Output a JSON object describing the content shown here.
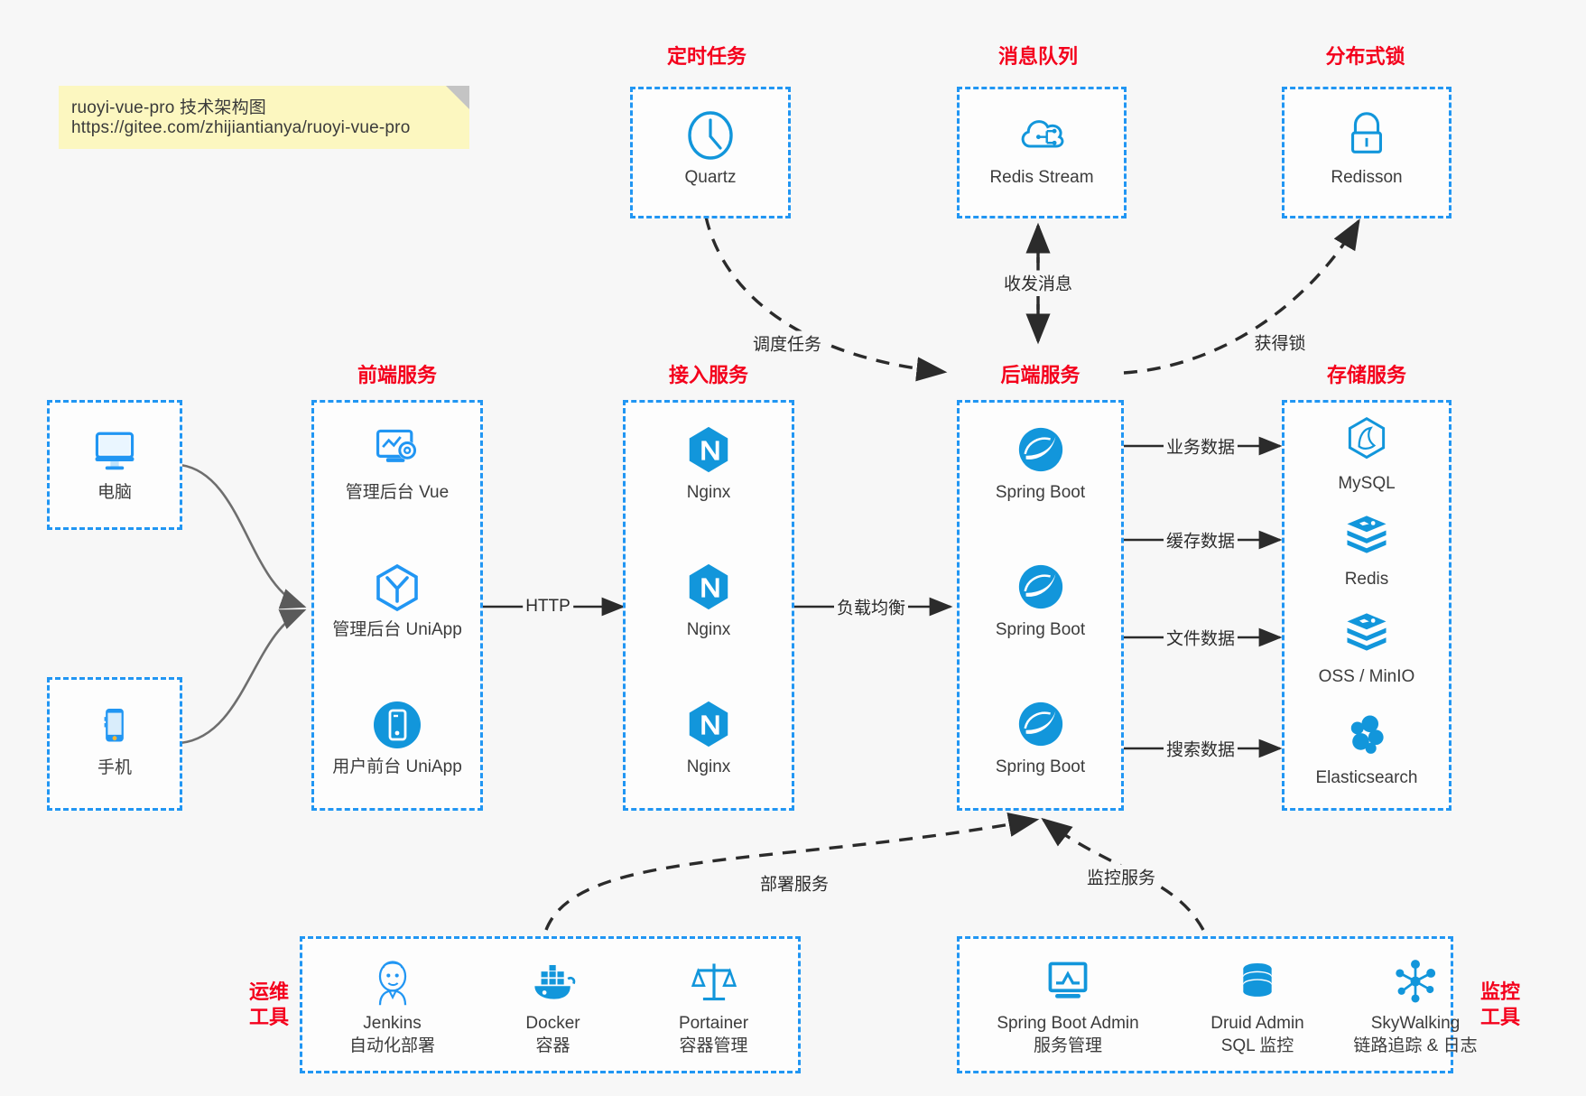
{
  "note": {
    "line1": "ruoyi-vue-pro 技术架构图",
    "line2": "https://gitee.com/zhijiantianya/ruoyi-vue-pro"
  },
  "colors": {
    "accent_blue": "#2196f3",
    "icon_blue": "#1296db",
    "heading_red": "#f4001c",
    "note_yellow": "#fcf7c0",
    "background": "#f7f7f7",
    "edge_dark": "#2b2b2b"
  },
  "groups": {
    "scheduler": {
      "title": "定时任务",
      "nodes": [
        {
          "label": "Quartz",
          "icon": "clock-icon"
        }
      ]
    },
    "mq": {
      "title": "消息队列",
      "nodes": [
        {
          "label": "Redis Stream",
          "icon": "cloud-stream-icon"
        }
      ]
    },
    "lock": {
      "title": "分布式锁",
      "nodes": [
        {
          "label": "Redisson",
          "icon": "lock-icon"
        }
      ]
    },
    "clients": {
      "nodes": [
        {
          "label": "电脑",
          "icon": "desktop-icon"
        },
        {
          "label": "手机",
          "icon": "mobile-icon"
        }
      ]
    },
    "frontend": {
      "title": "前端服务",
      "nodes": [
        {
          "label": "管理后台 Vue",
          "icon": "dashboard-gear-icon"
        },
        {
          "label": "管理后台 UniApp",
          "icon": "uniapp-hexagon-icon"
        },
        {
          "label": "用户前台 UniApp",
          "icon": "phone-circle-icon"
        }
      ]
    },
    "gateway": {
      "title": "接入服务",
      "nodes": [
        {
          "label": "Nginx",
          "icon": "nginx-icon"
        },
        {
          "label": "Nginx",
          "icon": "nginx-icon"
        },
        {
          "label": "Nginx",
          "icon": "nginx-icon"
        }
      ]
    },
    "backend": {
      "title": "后端服务",
      "nodes": [
        {
          "label": "Spring Boot",
          "icon": "spring-boot-icon"
        },
        {
          "label": "Spring Boot",
          "icon": "spring-boot-icon"
        },
        {
          "label": "Spring Boot",
          "icon": "spring-boot-icon"
        }
      ]
    },
    "storage": {
      "title": "存储服务",
      "nodes": [
        {
          "label": "MySQL",
          "icon": "mysql-icon"
        },
        {
          "label": "Redis",
          "icon": "redis-icon"
        },
        {
          "label": "OSS / MinIO",
          "icon": "oss-icon"
        },
        {
          "label": "Elasticsearch",
          "icon": "elasticsearch-icon"
        }
      ]
    },
    "devops": {
      "title": "运维\n工具",
      "title_line1": "运维",
      "title_line2": "工具",
      "nodes": [
        {
          "label": "Jenkins",
          "sub": "自动化部署",
          "icon": "jenkins-icon"
        },
        {
          "label": "Docker",
          "sub": "容器",
          "icon": "docker-icon"
        },
        {
          "label": "Portainer",
          "sub": "容器管理",
          "icon": "portainer-icon"
        }
      ]
    },
    "monitoring": {
      "title_line1": "监控",
      "title_line2": "工具",
      "nodes": [
        {
          "label": "Spring Boot Admin",
          "sub": "服务管理",
          "icon": "monitor-chart-icon"
        },
        {
          "label": "Druid Admin",
          "sub": "SQL 监控",
          "icon": "database-icon"
        },
        {
          "label": "SkyWalking",
          "sub": "链路追踪 & 日志",
          "icon": "skywalking-icon"
        }
      ]
    }
  },
  "edges": [
    {
      "name": "http",
      "label": "HTTP",
      "from": "frontend",
      "to": "gateway",
      "style": "solid"
    },
    {
      "name": "load-balance",
      "label": "负载均衡",
      "from": "gateway",
      "to": "backend",
      "style": "solid"
    },
    {
      "name": "schedule-task",
      "label": "调度任务",
      "from": "scheduler",
      "to": "backend",
      "style": "dashed"
    },
    {
      "name": "send-receive-message",
      "label": "收发消息",
      "from": "backend",
      "to": "mq",
      "style": "dashed"
    },
    {
      "name": "acquire-lock",
      "label": "获得锁",
      "from": "backend",
      "to": "lock",
      "style": "dashed"
    },
    {
      "name": "business-data",
      "label": "业务数据",
      "from": "backend",
      "to": "storage",
      "style": "solid"
    },
    {
      "name": "cache-data",
      "label": "缓存数据",
      "from": "backend",
      "to": "storage",
      "style": "solid"
    },
    {
      "name": "file-data",
      "label": "文件数据",
      "from": "backend",
      "to": "storage",
      "style": "solid"
    },
    {
      "name": "search-data",
      "label": "搜索数据",
      "from": "backend",
      "to": "storage",
      "style": "solid"
    },
    {
      "name": "deploy-service",
      "label": "部署服务",
      "from": "devops",
      "to": "backend",
      "style": "dashed"
    },
    {
      "name": "monitor-service",
      "label": "监控服务",
      "from": "monitoring",
      "to": "backend",
      "style": "dashed"
    }
  ]
}
